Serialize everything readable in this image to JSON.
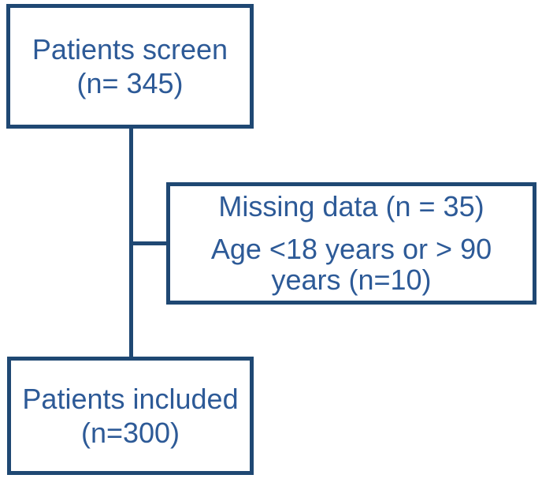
{
  "diagram": {
    "colors": {
      "border": "#1f4873",
      "text": "#2d5a97",
      "background": "#ffffff"
    },
    "boxes": {
      "screened": {
        "line1": "Patients screen",
        "line2": "(n= 345)"
      },
      "excluded": {
        "para1": "Missing data (n = 35)",
        "para2": "Age <18 years or > 90 years (n=10)"
      },
      "included": {
        "line1": "Patients included",
        "line2": "(n=300)"
      }
    }
  }
}
